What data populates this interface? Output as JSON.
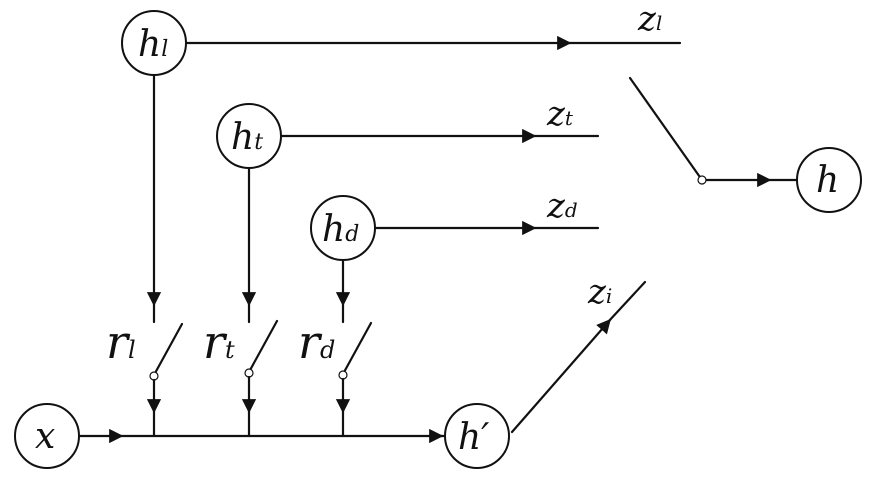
{
  "diagram": {
    "nodes": {
      "hl": {
        "main": "h",
        "sub": "l"
      },
      "ht": {
        "main": "h",
        "sub": "t"
      },
      "hd": {
        "main": "h",
        "sub": "d"
      },
      "h": {
        "main": "h"
      },
      "x": {
        "main": "x"
      },
      "hprime": {
        "main": "h′"
      }
    },
    "outputs": {
      "zl": {
        "main": "z",
        "sub": "l"
      },
      "zt": {
        "main": "z",
        "sub": "t"
      },
      "zd": {
        "main": "z",
        "sub": "d"
      },
      "zi": {
        "main": "z",
        "sub": "i"
      }
    },
    "gates": {
      "rl": {
        "main": "r",
        "sub": "l"
      },
      "rt": {
        "main": "r",
        "sub": "t"
      },
      "rd": {
        "main": "r",
        "sub": "d"
      }
    }
  }
}
